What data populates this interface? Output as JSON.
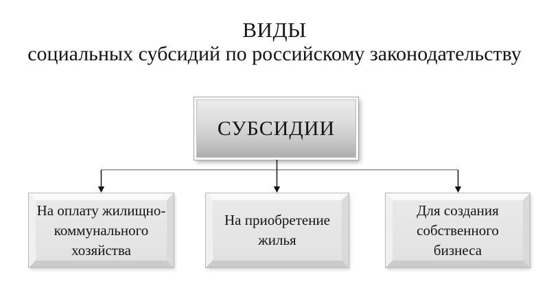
{
  "slide": {
    "title": {
      "line1": "ВИДЫ",
      "line2": "социальных субсидий по российскому законодательству"
    }
  },
  "diagram": {
    "type": "hierarchy",
    "root": {
      "id": "subsidies",
      "label": "СУБСИДИИ"
    },
    "children": [
      {
        "id": "housing-utilities",
        "label": "На оплату жилищно-коммунального хозяйства",
        "label_lines": [
          "На оплату жилищно-",
          "коммунального",
          "хозяйства"
        ]
      },
      {
        "id": "housing-purchase",
        "label": "На приобретение жилья",
        "label_lines": [
          "На приобретение",
          "жилья"
        ]
      },
      {
        "id": "own-business",
        "label": "Для создания собственного бизнеса",
        "label_lines": [
          "Для создания",
          "собственного бизнеса"
        ]
      }
    ]
  },
  "colors": {
    "background": "#ffffff",
    "text": "#141414",
    "root_box_top": "#ececec",
    "root_box_bottom": "#ababab",
    "child_box_fill": "#e5e5e5",
    "connector_dark": "#1f1f1f",
    "connector_rail": "#8a8a8a"
  }
}
